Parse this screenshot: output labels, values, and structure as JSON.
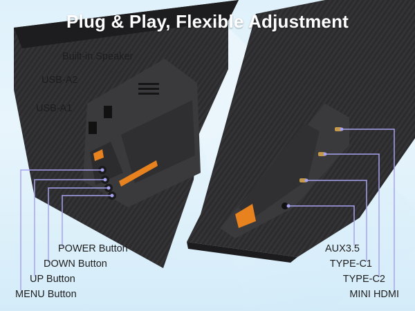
{
  "title": "Plug & Play, Flexible Adjustment",
  "left_labels": {
    "speaker": "Built-in Speaker",
    "usb_a2": "USB-A2",
    "usb_a1": "USB-A1",
    "power": "POWER Button",
    "down": "DOWN Button",
    "up": "UP Button",
    "menu": "MENU Button"
  },
  "right_labels": {
    "aux": "AUX3.5",
    "type_c1": "TYPE-C1",
    "type_c2": "TYPE-C2",
    "hdmi": "MINI HDMI"
  },
  "colors": {
    "accent_line": "#a7a3f2",
    "panel": "#2a2a2c",
    "sticker": "#e8821e"
  }
}
